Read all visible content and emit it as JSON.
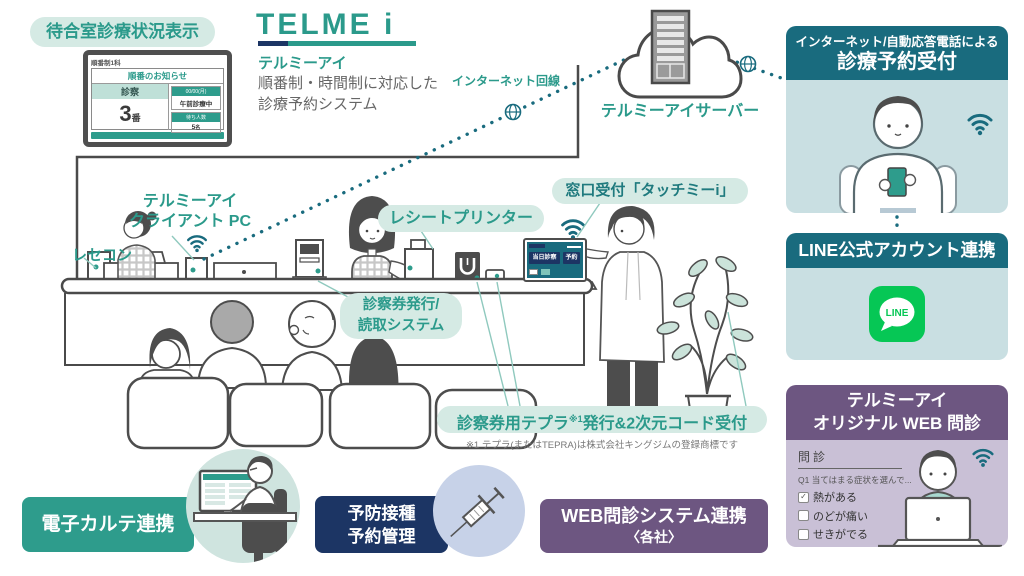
{
  "colors": {
    "teal": "#2E9C8C",
    "teal_dark": "#196B7E",
    "teal_light_pill": "#D5EAE4",
    "panel_body_teal": "#C9DFE2",
    "navy": "#1C3564",
    "purple": "#6D5681",
    "purple_light": "#C9C0D6",
    "line_green": "#06C755",
    "lavender": "#C7D2E8",
    "outline_gray": "#4A4A4A"
  },
  "header": {
    "waiting_display_label": "待合室診療状況表示",
    "logo_text": "TELME i",
    "logo_kana": "テルミーアイ",
    "tagline_line1": "順番制・時間制に対応した",
    "tagline_line2": "診療予約システム",
    "internet_line_label": "インターネット回線",
    "server_label": "テルミーアイサーバー"
  },
  "display_screen": {
    "corner_label": "順番制1科",
    "title": "順番のお知らせ",
    "exam_label": "診察",
    "exam_number": "3",
    "exam_suffix": "番",
    "date_label": "00/00(月)",
    "session_label": "午前診療中",
    "waiting_label": "待ち人数",
    "waiting_number": "5",
    "waiting_suffix": "名"
  },
  "counter_labels": {
    "client_pc_line1": "テルミーアイ",
    "client_pc_line2": "クライアント PC",
    "rececon": "レセコン",
    "receipt_printer": "レシートプリンター",
    "window_reception": "窓口受付「タッチミーi」",
    "card_system_line1": "診察券発行/",
    "card_system_line2": "読取システム"
  },
  "tablet_screen": {
    "button1": "当日診察",
    "button2": "予約"
  },
  "tepra": {
    "label_main": "診察券用テプラ",
    "label_sup": "※1",
    "label_rest": "発行&2次元コード受付",
    "footnote": "※1 テプラ(またはTEPRA)は株式会社キングジムの登録商標です"
  },
  "right_panels": {
    "reservation": {
      "header_small": "インターネット/自動応答電話による",
      "header_main": "診療予約受付"
    },
    "line": {
      "header": "LINE公式アカウント連携",
      "icon_text": "LINE"
    },
    "web_monshin": {
      "header_line1": "テルミーアイ",
      "header_line2": "オリジナル WEB 問診",
      "form_title": "問診",
      "question": "Q1 当てはまる症状を選んで...",
      "options": [
        {
          "label": "熱がある",
          "checked": true,
          "mark": "✓"
        },
        {
          "label": "のどが痛い",
          "checked": false,
          "mark": ""
        },
        {
          "label": "せきがでる",
          "checked": false,
          "mark": ""
        }
      ]
    }
  },
  "bottom_row": {
    "karte": "電子カルテ連携",
    "vaccine_line1": "予防接種",
    "vaccine_line2": "予約管理",
    "web_line1": "WEB問診システム連携",
    "web_line2": "〈各社〉"
  }
}
